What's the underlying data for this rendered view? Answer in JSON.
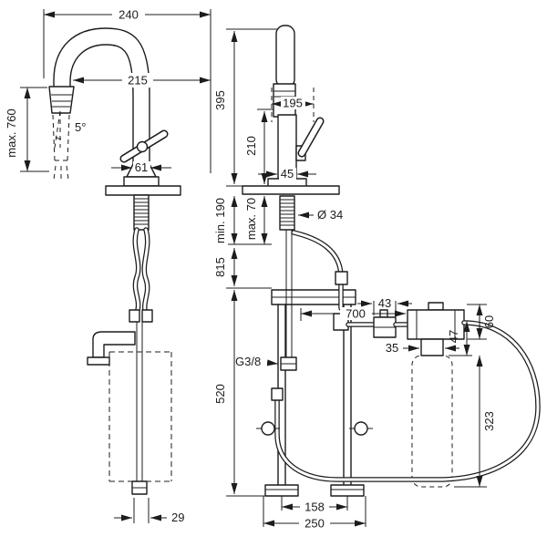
{
  "drawing": {
    "background": "#ffffff",
    "line_color": "#1c1c1c",
    "views": {
      "side": "faucet side view with pull-out spray",
      "front": "faucet front view with under-sink installation and filter"
    },
    "labels": {
      "d240": "240",
      "d215": "215",
      "max760": "max. 760",
      "angle": "5°",
      "d61": "61",
      "d29": "29",
      "d395": "395",
      "d195": "195",
      "d210": "210",
      "d45": "45",
      "dia34": "Ø 34",
      "min190": "min. 190",
      "max70": "max. 70",
      "d815": "815",
      "d43": "43",
      "d700": "700",
      "d60": "60",
      "d47": "47",
      "d35": "35",
      "d323": "323",
      "g38": "G3/8",
      "d520": "520",
      "d158": "158",
      "d250": "250"
    }
  }
}
